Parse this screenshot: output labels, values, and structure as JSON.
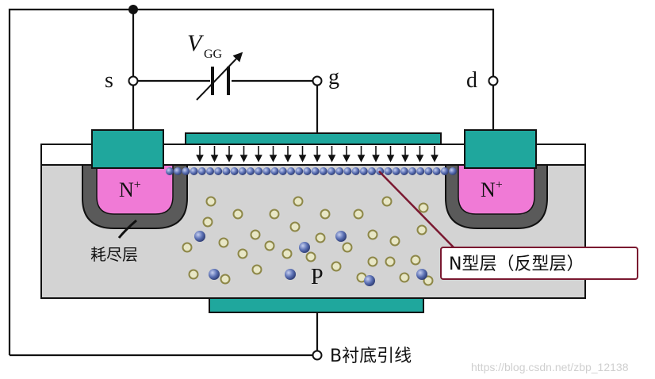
{
  "labels": {
    "source": "s",
    "gate": "g",
    "drain": "d",
    "vgg_main": "V",
    "vgg_sub": "GG",
    "n_plus_left": "N",
    "n_plus_right": "N",
    "n_plus_sup": "+",
    "depletion": "耗尽层",
    "p_substrate": "P",
    "n_layer": "N型层（反型层）",
    "bulk": "B衬底引线"
  },
  "watermark": "https://blog.csdn.net/zbp_12138",
  "colors": {
    "wire": "#111111",
    "contact": "#1fa79d",
    "n_region": "#f07ad6",
    "depletion": "#5a5a5a",
    "substrate": "#d3d3d3",
    "oxide": "#ffffff",
    "electron": "#5a6fb3",
    "hole_fill": "#e8e7c6",
    "hole_stroke": "#8d8748",
    "leader": "#7a1830"
  }
}
